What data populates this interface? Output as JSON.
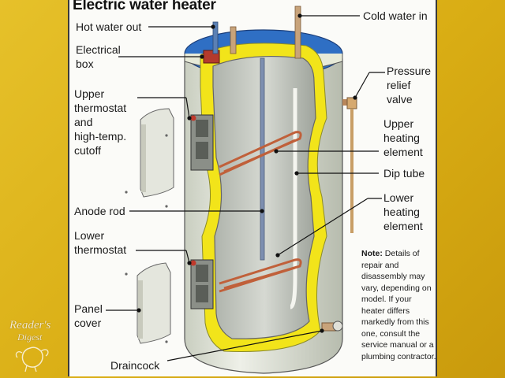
{
  "title": "Electric water heater",
  "labels": {
    "hot_water_out": "Hot water out",
    "cold_water_in": "Cold water in",
    "electrical_box": "Electrical\nbox",
    "pressure_relief_valve": "Pressure\nrelief\nvalve",
    "upper_thermostat": "Upper\nthermostat\nand\nhigh-temp.\ncutoff",
    "upper_heating_element": "Upper\nheating\nelement",
    "dip_tube": "Dip tube",
    "anode_rod": "Anode rod",
    "lower_heating_element": "Lower\nheating\nelement",
    "lower_thermostat": "Lower\nthermostat",
    "panel_cover": "Panel\ncover",
    "draincock": "Draincock"
  },
  "note": {
    "lead": "Note:",
    "text": "Details of repair and disassembly may vary, depending on model. If your heater differs markedly from this one, consult the service manual or a plumbing contractor."
  },
  "logo": {
    "line1": "Reader's",
    "line2": "Digest"
  },
  "colors": {
    "frame": "#d9ad14",
    "tank_top": "#2f6fc4",
    "insulation": "#f2e41a",
    "tank_body": "#dfe3d8",
    "heating_element": "#c0603a"
  }
}
